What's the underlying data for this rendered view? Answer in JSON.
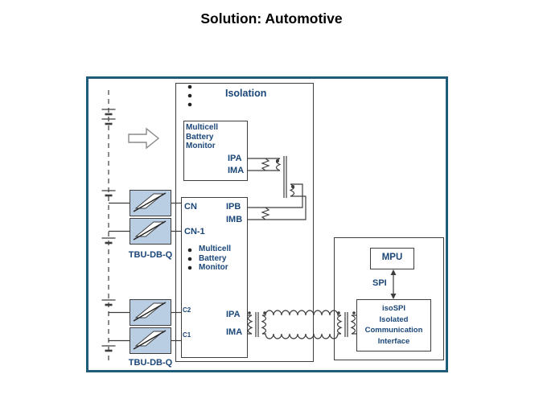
{
  "title": "Solution: Automotive",
  "diagram": {
    "isolation_label": "Isolation",
    "monitor1": {
      "label": "Multicell Battery Monitor",
      "ipa": "IPA",
      "ima": "IMA"
    },
    "monitor2": {
      "label": "Multicell Battery Monitor",
      "cn": "CN",
      "cn1": "CN-1",
      "ipb": "IPB",
      "imb": "IMB",
      "c2": "C2",
      "c1": "C1",
      "ipa": "IPA",
      "ima": "IMA"
    },
    "tbu_top": {
      "label": "TBU-DB-Q"
    },
    "tbu_bottom": {
      "label": "TBU-DB-Q"
    },
    "mpu_label": "MPU",
    "spi_label": "SPI",
    "isospi": {
      "line1": "isoSPI",
      "line2": "Isolated",
      "line3": "Communication",
      "line4": "Interface"
    },
    "icons": {
      "flow_arrow": "block-arrow-right",
      "battery_rail": "battery-cell-stack",
      "tbu_symbol": "surge-protector-diagonal",
      "resistor": "zigzag-resistor",
      "transformer": "coupled-coils",
      "cable": "long-coil-cable",
      "spi_link": "double-headed-vertical-arrow",
      "ellipsis": "vertical-dots"
    },
    "colors": {
      "text_accent": "#1a4678",
      "frame_border": "#1e5c7a",
      "tbu_fill": "#b9cde3",
      "wire": "#3d3d3d"
    }
  }
}
